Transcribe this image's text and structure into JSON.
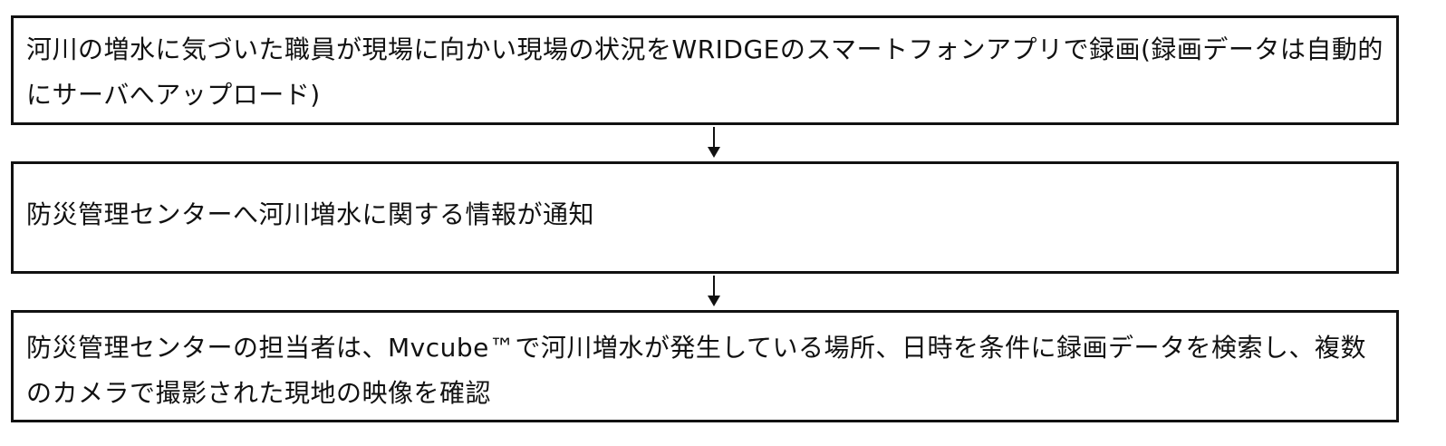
{
  "flow": {
    "steps": [
      {
        "text": "河川の増水に気づいた職員が現場に向かい現場の状況をWRIDGEのスマートフォンアプリで録画(録画データは自動的にサーバへアップロード)"
      },
      {
        "text": "防災管理センターへ河川増水に関する情報が通知"
      },
      {
        "text": "防災管理センターの担当者は、Mvcube™で河川増水が発生している場所、日時を条件に録画データを検索し、複数のカメラで撮影された現地の映像を確認"
      }
    ],
    "connector_color": "#111111",
    "border_color": "#111111"
  }
}
